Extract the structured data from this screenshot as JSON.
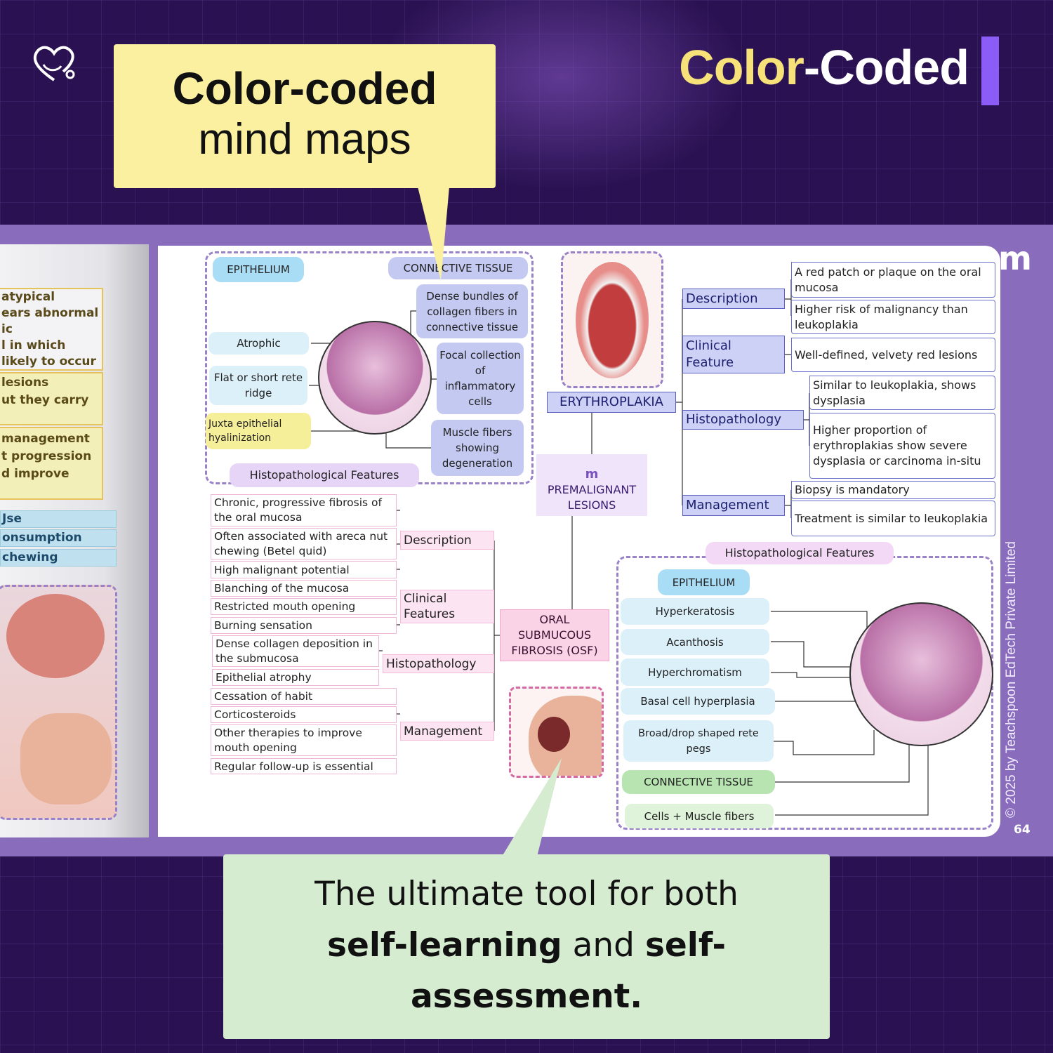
{
  "headline": {
    "part1": "Color",
    "part2": "-Coded"
  },
  "callout_top": {
    "line1": "Color-coded",
    "line2": "mind maps"
  },
  "callout_bottom": {
    "line1": "The ultimate tool for both",
    "bold1": "self-learning",
    "mid": " and ",
    "bold2": "self-",
    "bold3": "assessment."
  },
  "left_page": {
    "box1": [
      "atypical",
      "ears abnormal",
      "ic",
      "l in which",
      "likely to occur"
    ],
    "box2": [
      "lesions",
      "ut they carry"
    ],
    "box3": [
      "management",
      "t progression",
      "d improve"
    ],
    "rows": [
      "Jse",
      "onsumption",
      "chewing"
    ]
  },
  "osf_histo_top": {
    "epithelium": "EPITHELIUM",
    "connective": "CONNECTIVE TISSUE",
    "dense": "Dense bundles of collagen fibers in connective tissue",
    "focal": "Focal collection of inflammatory cells",
    "muscle": "Muscle fibers showing degeneration",
    "atrophic": "Atrophic",
    "flat": "Flat or short rete ridge",
    "juxta": "Juxta epithelial hyalinization",
    "title": "Histopathological Features"
  },
  "erythroplakia": {
    "title": "ERYTHROPLAKIA",
    "headings": [
      "Description",
      "Clinical Feature",
      "Histopathology",
      "Management"
    ],
    "items": [
      "A red patch or plaque on the oral mucosa",
      "Higher risk of malignancy than leukoplakia",
      "Well-defined, velvety red lesions",
      "Similar to leukoplakia, shows dysplasia",
      "Higher proportion of erythroplakias show severe dysplasia or carcinoma in-situ",
      "Biopsy is mandatory",
      "Treatment is similar to leukoplakia"
    ]
  },
  "center": {
    "title": "PREMALIGNANT LESIONS"
  },
  "osf": {
    "title": "ORAL SUBMUCOUS FIBROSIS (OSF)",
    "headings": [
      "Description",
      "Clinical Features",
      "Histopathology",
      "Management"
    ],
    "items": [
      "Chronic, progressive fibrosis of the oral mucosa",
      "Often associated with areca nut chewing (Betel quid)",
      "High malignant potential",
      "Blanching of the mucosa",
      "Restricted mouth opening",
      "Burning sensation",
      "Dense collagen deposition in the submucosa",
      "Epithelial atrophy",
      "Cessation of habit",
      "Corticosteroids",
      "Other therapies to improve mouth opening",
      "Regular follow-up is essential"
    ]
  },
  "ery_histo": {
    "title": "Histopathological Features",
    "epithelium": "EPITHELIUM",
    "items": [
      "Hyperkeratosis",
      "Acanthosis",
      "Hyperchromatism",
      "Basal cell hyperplasia",
      "Broad/drop shaped rete pegs"
    ],
    "connective": "CONNECTIVE TISSUE",
    "cells": "Cells + Muscle fibers"
  },
  "copyright": "© 2025 by Teachspoon EdTech Private Limited",
  "page_number": "64",
  "colors": {
    "background": "#2a1252",
    "band": "#8a6cbd",
    "highlight_yellow": "#f7e27a",
    "accent": "#8b5cf6",
    "callout_top": "#fbf09f",
    "callout_bottom": "#d6ecd1"
  }
}
